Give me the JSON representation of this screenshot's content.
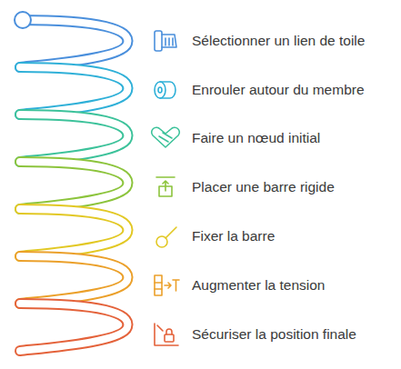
{
  "diagram": {
    "labels": [
      "Sélectionner un lien de toile",
      "Enrouler autour du membre",
      "Faire un nœud initial",
      "Placer une barre rigide",
      "Fixer la barre",
      "Augmenter la tension",
      "Sécuriser la position finale"
    ]
  }
}
